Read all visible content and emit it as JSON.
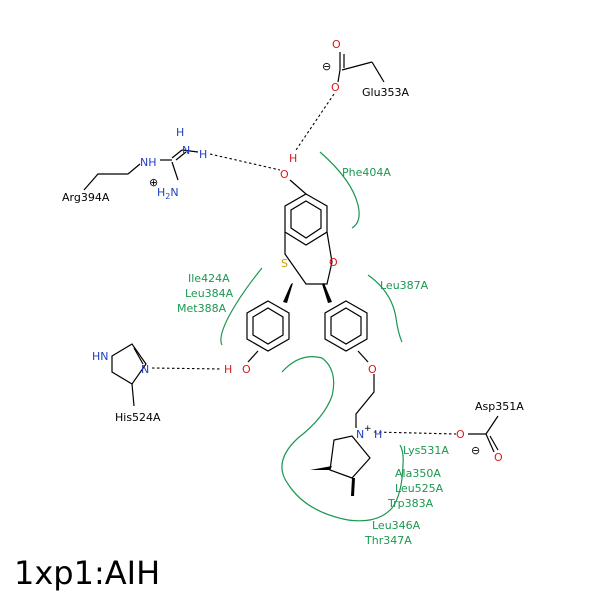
{
  "title": "1xp1:AIH",
  "residues": {
    "glu353": "Glu353A",
    "arg394": "Arg394A",
    "phe404": "Phe404A",
    "ile424": "Ile424A",
    "leu384": "Leu384A",
    "met388": "Met388A",
    "leu387": "Leu387A",
    "his524": "His524A",
    "asp351": "Asp351A",
    "lys531": "Lys531A",
    "ala350": "Ala350A",
    "leu525": "Leu525A",
    "trp383": "Trp383A",
    "leu346": "Leu346A",
    "thr347": "Thr347A"
  },
  "atoms": {
    "O": "O",
    "H": "H",
    "N": "N",
    "S": "S",
    "NH": "NH",
    "HN": "HN",
    "H2": "H",
    "sub2": "2",
    "Nplus": "N",
    "plus": "+"
  },
  "charges": {
    "minus": "⊖",
    "plus": "⊕"
  },
  "colors": {
    "carbon": "#000000",
    "nitrogen": "#1f3fc4",
    "oxygen": "#d7191c",
    "sulfur": "#c8a000",
    "hydrophobic": "#1a9850"
  }
}
